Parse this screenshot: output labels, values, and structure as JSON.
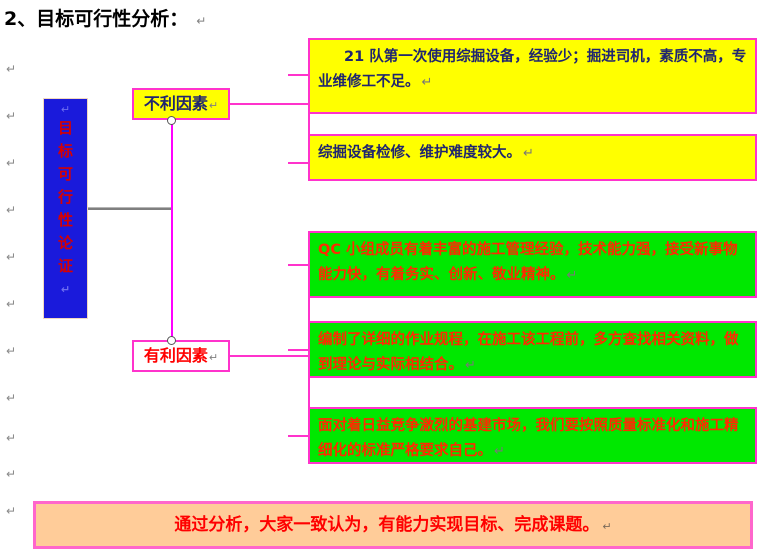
{
  "document": {
    "title": "2、目标可行性分析：",
    "pilcrow": "↵"
  },
  "margin_marks": [
    "↵",
    "↵",
    "↵",
    "↵",
    "↵",
    "↵",
    "↵",
    "↵",
    "↵",
    "↵",
    "↵"
  ],
  "diagram": {
    "root": {
      "top_mark": "↵",
      "characters": [
        "目",
        "标",
        "可",
        "行",
        "性",
        "论",
        "证"
      ],
      "tail_mark": "↵",
      "background": "#1A1ADB",
      "text_color": "#D80000"
    },
    "branches": [
      {
        "label": "不利因素",
        "label_pilcrow": "↵",
        "label_background": "#FFFF00",
        "label_text_color": "#1F2570",
        "items": [
          {
            "indent": true,
            "text": "21 队第一次使用综掘设备，经验少；掘进司机，素质不高，专业维修工不足。",
            "pilcrow": "↵",
            "background": "#FFFF00",
            "text_color": "#1F2570"
          },
          {
            "indent": false,
            "text": "综掘设备检修、维护难度较大。",
            "pilcrow": "↵",
            "background": "#FFFF00",
            "text_color": "#1F2570"
          }
        ]
      },
      {
        "label": "有利因素",
        "label_pilcrow": "↵",
        "label_background": "#FFFFFF",
        "label_text_color": "#FF0000",
        "items": [
          {
            "indent": false,
            "text": "QC 小组成员有着丰富的施工管理经验，技术能力强，接受新事物能力快，有着务实、创新、敬业精神。",
            "pilcrow": "↵",
            "background": "#00E800",
            "text_color": "#FF2A00"
          },
          {
            "indent": false,
            "text": "编制了详细的作业规程，在施工该工程前，多方查找相关资料，做到理论与实际相结合。",
            "pilcrow": "↵",
            "background": "#00E800",
            "text_color": "#FF2A00"
          },
          {
            "indent": false,
            "text": "面对着日益竞争激烈的基建市场，我们要按照质量标准化和施工精细化的标准严格要求自己。",
            "pilcrow": "↵",
            "background": "#00E800",
            "text_color": "#FF2A00"
          }
        ]
      }
    ],
    "connector_color": "#FF33CC",
    "stem_color": "#7F7F7F"
  },
  "conclusion": {
    "text": "通过分析，大家一致认为，有能力实现目标、完成课题。",
    "pilcrow": "↵",
    "background": "#FFCC99",
    "border": "#FF66CC",
    "text_color": "#FF0000"
  }
}
